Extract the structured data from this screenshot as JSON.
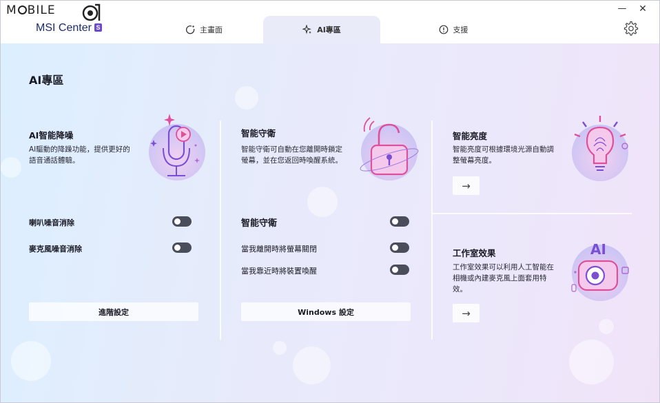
{
  "brand": {
    "wordmark_pre": "M",
    "wordmark_post": "BILE",
    "app_name": "MSI Center",
    "app_badge": "S"
  },
  "window": {
    "minimize": "—",
    "close": "✕"
  },
  "tabs": [
    {
      "label": "主畫面",
      "icon": "home-icon",
      "active": false
    },
    {
      "label": "AI專區",
      "icon": "sparkle-icon",
      "active": true
    },
    {
      "label": "支援",
      "icon": "alert-circle-icon",
      "active": false
    }
  ],
  "page": {
    "title": "AI專區"
  },
  "noise": {
    "title": "AI智能降噪",
    "desc_line1": "AI驅動的降躁功能，提供更好的",
    "desc_line2": "語音通話體驗。",
    "rows": [
      {
        "label": "喇叭噪音消除",
        "on": false
      },
      {
        "label": "麥克風噪音消除",
        "on": false
      }
    ],
    "button": "進階設定"
  },
  "guard": {
    "title": "智能守衛",
    "desc_line1": "智能守衛可自動在您離開時鎖定",
    "desc_line2": "螢幕，並在您返回時喚醒系統。",
    "section": "智能守衛",
    "section_on": false,
    "rows": [
      {
        "label": "當我離開時將螢幕關閉",
        "on": false
      },
      {
        "label": "當我靠近時將裝置喚醒",
        "on": false
      }
    ],
    "button": "Windows 設定"
  },
  "brightness": {
    "title": "智能亮度",
    "desc_line1": "智能亮度可根據環境光源自動調",
    "desc_line2": "整螢幕亮度。",
    "arrow": "→"
  },
  "studio": {
    "title": "工作室效果",
    "desc_line1": "工作室效果可以利用人工智能在",
    "desc_line2": "相機或內建麥克風上面套用特",
    "desc_line3": "效。",
    "illus_text": "AI",
    "arrow": "→"
  },
  "colors": {
    "accent_purple": "#7a4fd6",
    "accent_pink": "#e0509a",
    "toggle_off": "#4a4d5a"
  }
}
